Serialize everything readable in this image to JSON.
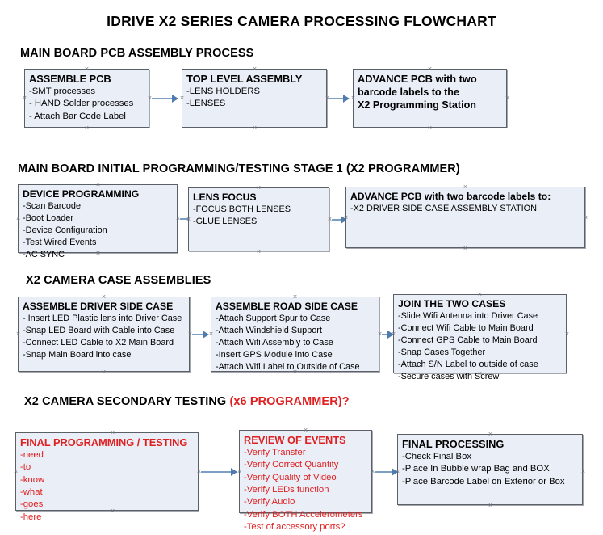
{
  "document": {
    "title": "IDRIVE X2  SERIES CAMERA PROCESSING FLOWCHART"
  },
  "colors": {
    "box_fill": "#e9eef7",
    "box_border": "#5b5f66",
    "connector": "#4f7bb0",
    "accent_red": "#e02020",
    "text": "#000000"
  },
  "sections": [
    {
      "heading": "MAIN BOARD PCB ASSEMBLY PROCESS",
      "heading_accent": "",
      "boxes": [
        {
          "header": "ASSEMBLE PCB",
          "items": [
            "-SMT processes",
            "- HAND Solder processes",
            "- Attach Bar Code Label"
          ]
        },
        {
          "header": "TOP LEVEL ASSEMBLY",
          "items": [
            "-LENS HOLDERS",
            "-LENSES"
          ]
        },
        {
          "header": "ADVANCE PCB with two",
          "items": [
            "barcode labels to the",
            " X2 Programming Station"
          ]
        }
      ]
    },
    {
      "heading": "MAIN BOARD INITIAL PROGRAMMING/TESTING STAGE 1 (X2 PROGRAMMER)",
      "heading_accent": "",
      "boxes": [
        {
          "header": "DEVICE PROGRAMMING",
          "items": [
            "-Scan Barcode",
            "-Boot Loader",
            "-Device Configuration",
            "-Test Wired Events",
            "-AC SYNC"
          ]
        },
        {
          "header": "LENS FOCUS",
          "items": [
            "-FOCUS BOTH LENSES",
            "-GLUE LENSES"
          ]
        },
        {
          "header": "ADVANCE PCB with two barcode labels to:",
          "items": [
            "-X2 DRIVER  SIDE  CASE  ASSEMBLY STATION"
          ]
        }
      ]
    },
    {
      "heading": "X2 CAMERA CASE ASSEMBLIES",
      "heading_accent": "",
      "boxes": [
        {
          "header": "ASSEMBLE DRIVER SIDE CASE",
          "items": [
            "- Insert LED Plastic lens into Driver Case",
            "-Snap LED Board with Cable into Case",
            "-Connect LED Cable to X2 Main Board",
            "-Snap Main Board into case"
          ]
        },
        {
          "header": "ASSEMBLE ROAD SIDE CASE",
          "items": [
            "-Attach Support Spur to Case",
            "-Attach Windshield Support",
            "-Attach Wifi Assembly to Case",
            "-Insert GPS Module into Case",
            "-Attach Wifi Label to Outside of Case"
          ]
        },
        {
          "header": "JOIN THE TWO CASES",
          "items": [
            "-Slide Wifi Antenna into Driver Case",
            "-Connect Wifi Cable to Main Board",
            "-Connect GPS Cable to Main Board",
            "-Snap Cases Together",
            "-Attach S/N Label to outside of case",
            "-Secure cases with Screw"
          ]
        }
      ]
    },
    {
      "heading": "X2 CAMERA SECONDARY TESTING ",
      "heading_accent": "(x6 PROGRAMMER)?",
      "boxes": [
        {
          "header": "FINAL PROGRAMMING / TESTING",
          "items": [
            "-need",
            "-to",
            "-know",
            "-what",
            "-goes",
            "-here"
          ]
        },
        {
          "header": "REVIEW OF EVENTS",
          "items": [
            "-Verify Transfer",
            "-Verify Correct Quantity",
            "-Verify Quality of Video",
            "-Verify LEDs function",
            "-Verify Audio",
            "-Verify BOTH Accelerometers",
            "-Test of accessory ports?"
          ]
        },
        {
          "header": "FINAL PROCESSING",
          "items": [
            "-Check Final Box",
            "-Place In Bubble wrap Bag and BOX",
            "-Place Barcode Label on Exterior or Box"
          ]
        }
      ]
    }
  ]
}
